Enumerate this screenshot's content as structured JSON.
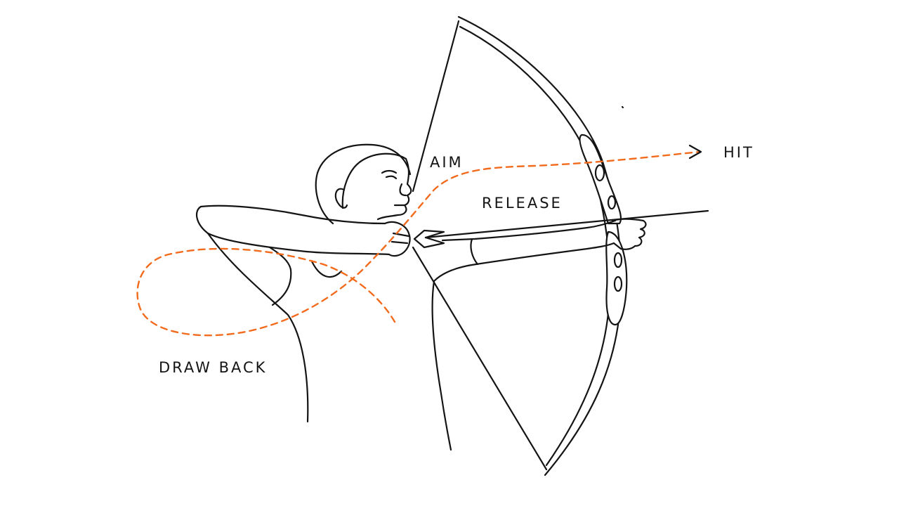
{
  "labels": {
    "aim": "AIM",
    "release": "RELEASE",
    "hit": "HIT",
    "draw_back": "DRAW BACK"
  },
  "colors": {
    "ink": "#141414",
    "motion_path": "#f26b1d"
  }
}
